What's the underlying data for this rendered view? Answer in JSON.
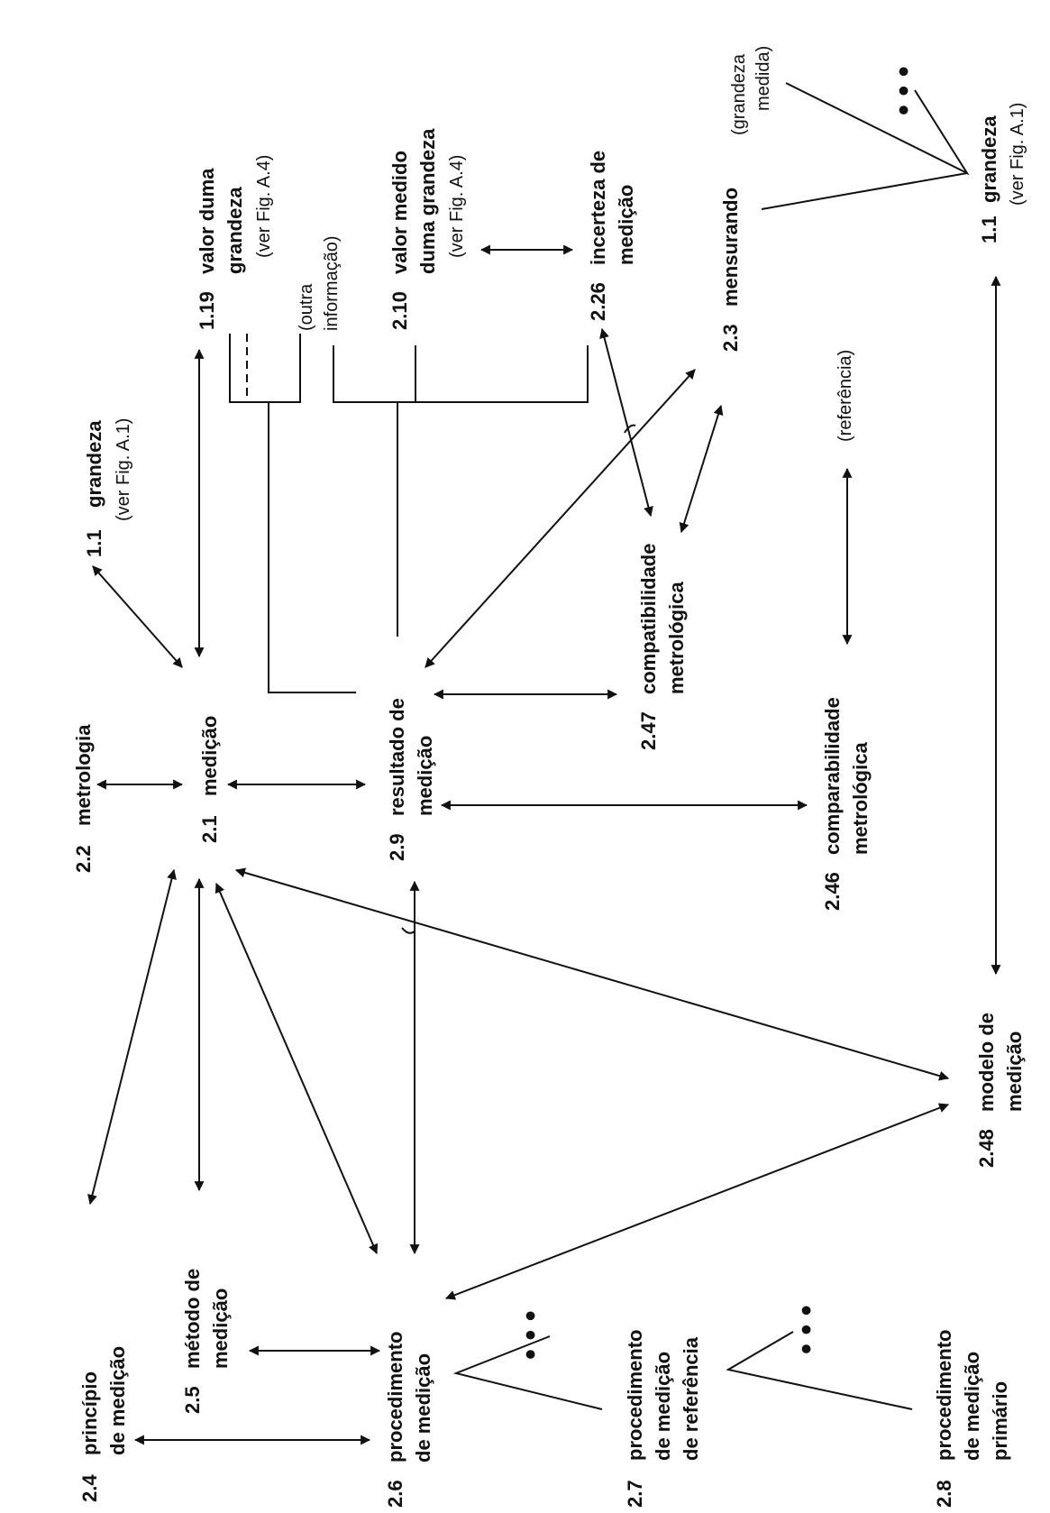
{
  "concepts": {
    "c_1_1_left": {
      "num": "1.1",
      "line1": "grandeza",
      "line2": "",
      "ref": "(ver Fig. A.1)"
    },
    "c_1_19": {
      "num": "1.19",
      "line1": "valor duma",
      "line2": "grandeza",
      "ref": "(ver Fig. A.4)"
    },
    "c_2_10": {
      "num": "2.10",
      "line1": "valor medido",
      "line2": "duma grandeza",
      "ref": "(ver Fig. A.4)"
    },
    "c_2_26": {
      "num": "2.26",
      "line1": "incerteza de",
      "line2": "medição"
    },
    "c_2_3": {
      "num": "2.3",
      "line1": "mensurando"
    },
    "c_1_1_right": {
      "num": "1.1",
      "line1": "grandeza",
      "ref": "(ver Fig. A.1)"
    },
    "c_2_2": {
      "num": "2.2",
      "line1": "metrologia"
    },
    "c_2_1": {
      "num": "2.1",
      "line1": "medição"
    },
    "c_2_9": {
      "num": "2.9",
      "line1": "resultado de",
      "line2": "medição"
    },
    "c_2_47": {
      "num": "2.47",
      "line1": "compatibilidade",
      "line2": "metrológica"
    },
    "c_2_46": {
      "num": "2.46",
      "line1": "comparabilidade",
      "line2": "metrológica"
    },
    "c_2_48": {
      "num": "2.48",
      "line1": "modelo de",
      "line2": "medição"
    },
    "c_2_4": {
      "num": "2.4",
      "line1": "princípio",
      "line2": "de medição"
    },
    "c_2_5": {
      "num": "2.5",
      "line1": "método de",
      "line2": "medição"
    },
    "c_2_6": {
      "num": "2.6",
      "line1": "procedimento",
      "line2": "de medição"
    },
    "c_2_7": {
      "num": "2.7",
      "line1": "procedimento",
      "line2": "de medição",
      "line3": "de referência"
    },
    "c_2_8": {
      "num": "2.8",
      "line1": "procedimento",
      "line2": "de medição",
      "line3": "primário"
    }
  },
  "annotations": {
    "outra_line1": "(outra",
    "outra_line2": "informação)",
    "referencia": "(referência)",
    "grandeza_medida_line1": "(grandeza",
    "grandeza_medida_line2": "medida)"
  },
  "ellipsis": "• • •"
}
